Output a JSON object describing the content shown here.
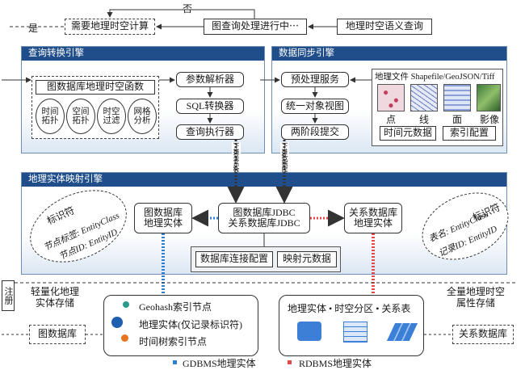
{
  "top": {
    "no_label": "否",
    "yes_label": "是",
    "spatiotemporal_compute": "需要地理时空计算",
    "graph_query_processing": "图查询处理进行中⋯",
    "semantic_query": "地理时空语义查询"
  },
  "query_engine": {
    "title": "查询转换引擎",
    "graph_functions": "图数据库地理时空函数",
    "circles": [
      "时间\n拓扑",
      "空间\n拓扑",
      "时空\n过滤",
      "网格\n分析"
    ],
    "param_parser": "参数解析器",
    "sql_converter": "SQL转换器",
    "query_executor": "查询执行器"
  },
  "sync_engine": {
    "title": "数据同步引擎",
    "preprocess": "预处理服务",
    "unified_view": "统一对象视图",
    "two_phase_commit": "两阶段提交",
    "geo_files_label": "地理文件 Shapefile/GeoJSON/Tiff",
    "file_types": [
      "点",
      "线",
      "面",
      "影像"
    ],
    "temporal_metadata": "时间元数据",
    "index_config": "索引配置"
  },
  "vertical_labels": {
    "left": "下推关系数据库",
    "right": "下推数据库"
  },
  "mapping_engine": {
    "title": "地理实体映射引擎",
    "left_id_title": "标识符",
    "left_id_lines": [
      "节点标签: EntityClass",
      "节点ID: EntityID"
    ],
    "graph_entity": "图数据库\n地理实体",
    "jdbc": "图数据库JDBC\n关系数据库JDBC",
    "relational_entity": "关系数据库\n地理实体",
    "right_id_title": "标识符",
    "right_id_lines": [
      "表名: EntityClass",
      "记录ID: EntityID"
    ],
    "db_connection": "数据库连接配置",
    "mapping_metadata": "映射元数据"
  },
  "bottom": {
    "register": "注册",
    "lightweight_storage": "轻量化地理\n实体存储",
    "graph_db": "图数据库",
    "legend_items": [
      "Geohash索引节点",
      "地理实体(仅记录标识符)",
      "时间树索引节点"
    ],
    "legend_colors": [
      "#2a9a8c",
      "#1f5fb0",
      "#e8731f"
    ],
    "rdb_header": "地理实体 • 时空分区 • 关系表",
    "full_storage": "全量地理时空\n属性存储",
    "relational_db": "关系数据库",
    "footer_gdbms": "GDBMS地理实体",
    "footer_rdbms": "RDBMS地理实体",
    "footer_colors": [
      "#2f7fd0",
      "#e04a4a"
    ]
  }
}
